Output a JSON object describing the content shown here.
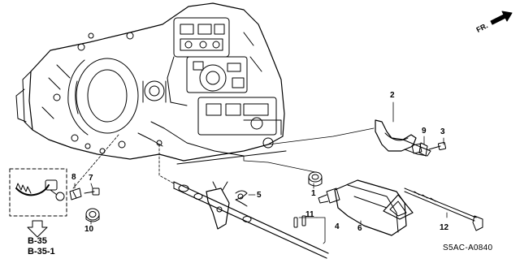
{
  "diagram": {
    "direction_marker": "FR.",
    "callouts": [
      "1",
      "2",
      "3",
      "4",
      "5",
      "6",
      "7",
      "8",
      "9",
      "10",
      "11",
      "12"
    ],
    "references": [
      "B-35",
      "B-35-1"
    ],
    "diagram_code": "S5AC-A0840"
  }
}
